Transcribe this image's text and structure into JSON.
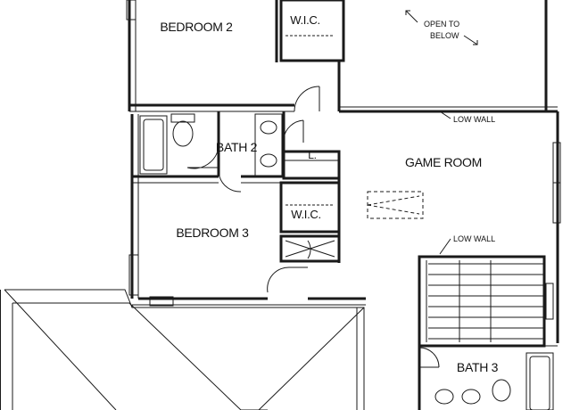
{
  "rooms": {
    "bedroom2": "BEDROOM 2",
    "wic_top": "W.I.C.",
    "bath2": "BATH 2",
    "linen": "L.",
    "wic_mid": "W.I.C.",
    "bedroom3": "BEDROOM 3",
    "game_room": "GAME ROOM",
    "bath3": "BATH 3"
  },
  "notes": {
    "open_to_below_1": "OPEN TO",
    "open_to_below_2": "BELOW",
    "low_wall_1": "LOW WALL",
    "low_wall_2": "LOW WALL"
  }
}
